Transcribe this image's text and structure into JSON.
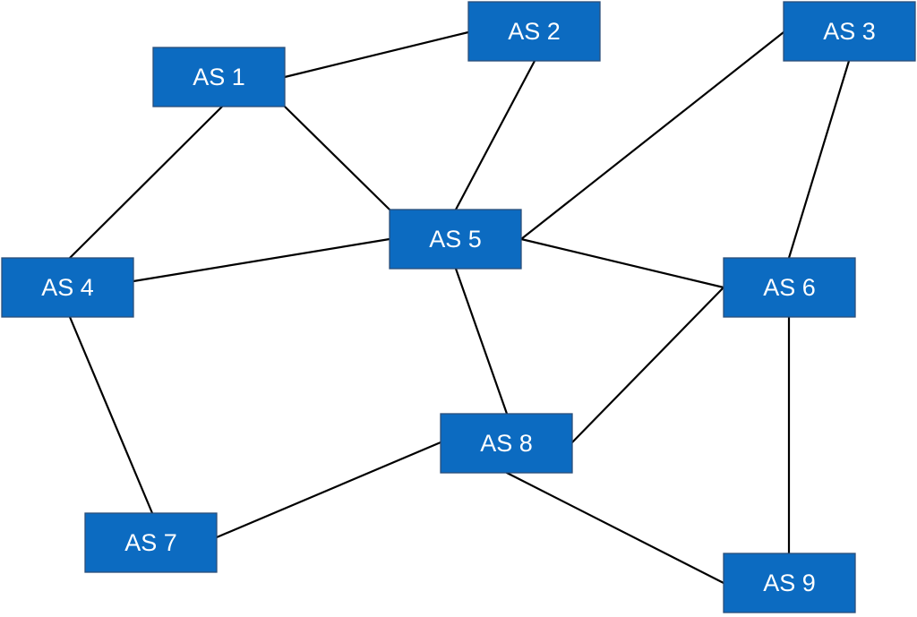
{
  "diagram": {
    "type": "network-graph",
    "colors": {
      "node_fill": "#0c6bc1",
      "node_border": "#2b4f7a",
      "node_text": "#ffffff",
      "edge": "#000000",
      "background": "#ffffff"
    },
    "nodes": [
      {
        "id": "as1",
        "label": "AS 1"
      },
      {
        "id": "as2",
        "label": "AS 2"
      },
      {
        "id": "as3",
        "label": "AS 3"
      },
      {
        "id": "as4",
        "label": "AS 4"
      },
      {
        "id": "as5",
        "label": "AS 5"
      },
      {
        "id": "as6",
        "label": "AS 6"
      },
      {
        "id": "as7",
        "label": "AS 7"
      },
      {
        "id": "as8",
        "label": "AS 8"
      },
      {
        "id": "as9",
        "label": "AS 9"
      }
    ],
    "edges": [
      {
        "from": "as1",
        "to": "as2"
      },
      {
        "from": "as1",
        "to": "as4"
      },
      {
        "from": "as1",
        "to": "as5"
      },
      {
        "from": "as2",
        "to": "as5"
      },
      {
        "from": "as3",
        "to": "as5"
      },
      {
        "from": "as3",
        "to": "as6"
      },
      {
        "from": "as4",
        "to": "as5"
      },
      {
        "from": "as4",
        "to": "as7"
      },
      {
        "from": "as5",
        "to": "as6"
      },
      {
        "from": "as5",
        "to": "as8"
      },
      {
        "from": "as6",
        "to": "as8"
      },
      {
        "from": "as6",
        "to": "as9"
      },
      {
        "from": "as7",
        "to": "as8"
      },
      {
        "from": "as8",
        "to": "as9"
      }
    ]
  }
}
